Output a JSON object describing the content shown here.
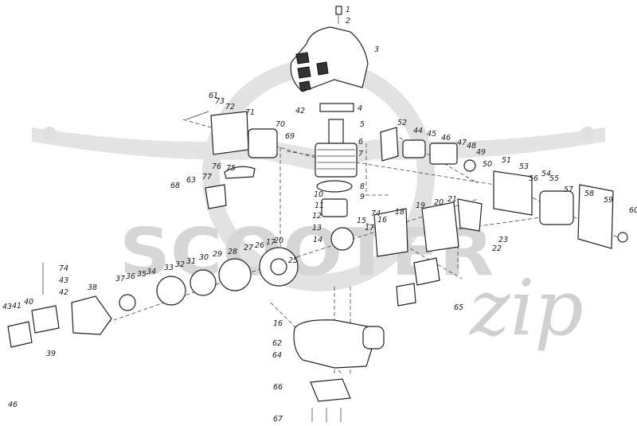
{
  "watermark": {
    "brand_main": "SCOOTER",
    "brand_script": "zip"
  },
  "callouts": [
    {
      "n": "1"
    },
    {
      "n": "2"
    },
    {
      "n": "3"
    },
    {
      "n": "4"
    },
    {
      "n": "42"
    },
    {
      "n": "5"
    },
    {
      "n": "6"
    },
    {
      "n": "7"
    },
    {
      "n": "8"
    },
    {
      "n": "9"
    },
    {
      "n": "10"
    },
    {
      "n": "11"
    },
    {
      "n": "12"
    },
    {
      "n": "13"
    },
    {
      "n": "14"
    },
    {
      "n": "74"
    },
    {
      "n": "15"
    },
    {
      "n": "16"
    },
    {
      "n": "17"
    },
    {
      "n": "18"
    },
    {
      "n": "19"
    },
    {
      "n": "20"
    },
    {
      "n": "21"
    },
    {
      "n": "22"
    },
    {
      "n": "23"
    },
    {
      "n": "52"
    },
    {
      "n": "44"
    },
    {
      "n": "45"
    },
    {
      "n": "46"
    },
    {
      "n": "47"
    },
    {
      "n": "48"
    },
    {
      "n": "49"
    },
    {
      "n": "50"
    },
    {
      "n": "51"
    },
    {
      "n": "53"
    },
    {
      "n": "54"
    },
    {
      "n": "55"
    },
    {
      "n": "56"
    },
    {
      "n": "57"
    },
    {
      "n": "58"
    },
    {
      "n": "59"
    },
    {
      "n": "60"
    },
    {
      "n": "61"
    },
    {
      "n": "73"
    },
    {
      "n": "72"
    },
    {
      "n": "71"
    },
    {
      "n": "70"
    },
    {
      "n": "69"
    },
    {
      "n": "68"
    },
    {
      "n": "63"
    },
    {
      "n": "77"
    },
    {
      "n": "76"
    },
    {
      "n": "75"
    },
    {
      "n": "74"
    },
    {
      "n": "43"
    },
    {
      "n": "42"
    },
    {
      "n": "43"
    },
    {
      "n": "41"
    },
    {
      "n": "40"
    },
    {
      "n": "39"
    },
    {
      "n": "38"
    },
    {
      "n": "37"
    },
    {
      "n": "36"
    },
    {
      "n": "35"
    },
    {
      "n": "34"
    },
    {
      "n": "33"
    },
    {
      "n": "32"
    },
    {
      "n": "31"
    },
    {
      "n": "30"
    },
    {
      "n": "29"
    },
    {
      "n": "28"
    },
    {
      "n": "27"
    },
    {
      "n": "26"
    },
    {
      "n": "17"
    },
    {
      "n": "20"
    },
    {
      "n": "25"
    },
    {
      "n": "16"
    },
    {
      "n": "62"
    },
    {
      "n": "64"
    },
    {
      "n": "65"
    },
    {
      "n": "66"
    },
    {
      "n": "67"
    },
    {
      "n": "46"
    }
  ]
}
